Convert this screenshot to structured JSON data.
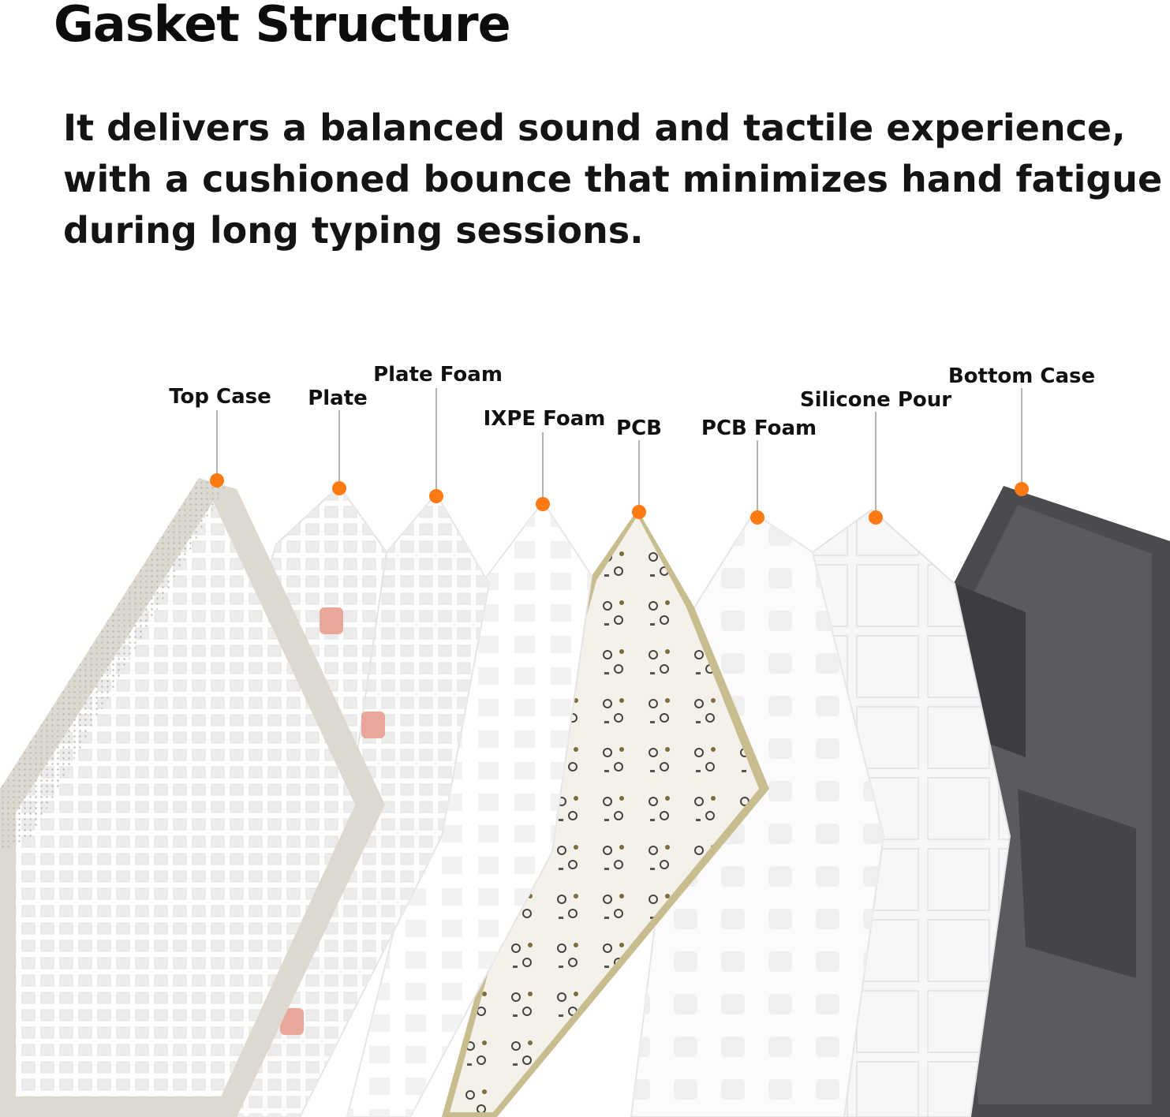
{
  "header": {
    "title": "Gasket Structure",
    "description_lines": [
      "It delivers a balanced sound and tactile experience,",
      "with a cushioned bounce that minimizes hand fatigue",
      "during long typing sessions."
    ]
  },
  "layers": [
    {
      "label": "Top Case"
    },
    {
      "label": "Plate"
    },
    {
      "label": "Plate Foam"
    },
    {
      "label": "IXPE Foam"
    },
    {
      "label": "PCB"
    },
    {
      "label": "PCB Foam"
    },
    {
      "label": "Silicone Pour"
    },
    {
      "label": "Bottom Case"
    }
  ],
  "colors": {
    "marker": "#ff7a12",
    "leader_line": "#9a9a9a",
    "top_case": "#dcd9d1",
    "bottom_case": "#4a4b4e",
    "plate": "#ffffff",
    "foam": "#f6f6f6",
    "pcb": "#f3f1ea"
  }
}
